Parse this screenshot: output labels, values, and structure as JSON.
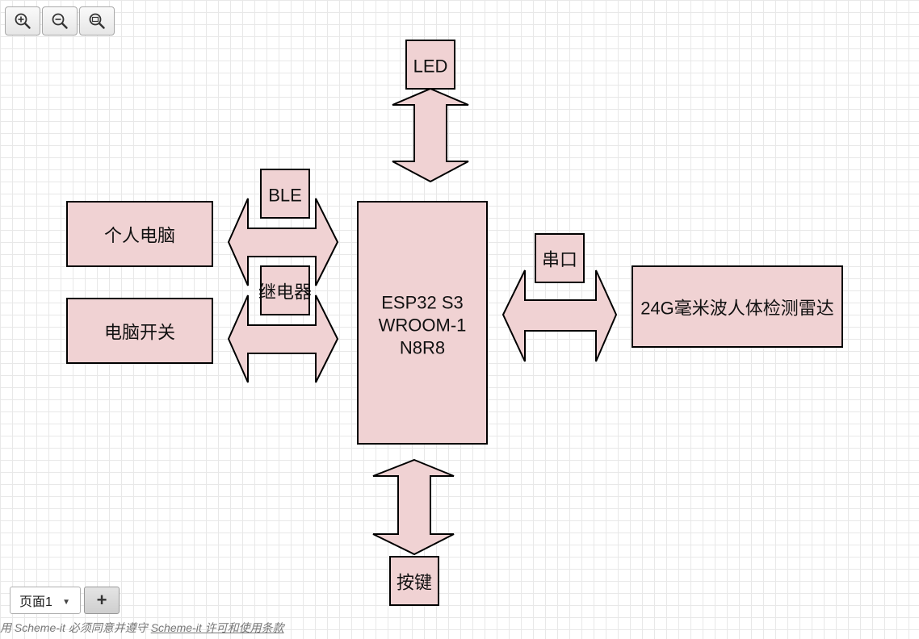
{
  "toolbar": {
    "zoom_in_icon": "zoom-in-icon",
    "zoom_out_icon": "zoom-out-icon",
    "zoom_fit_icon": "zoom-fit-icon"
  },
  "diagram": {
    "fill_color": "#f0d2d3",
    "stroke_color": "#000000",
    "blocks": {
      "led": "LED",
      "ble": "BLE",
      "relay": "继电器",
      "pc": "个人电脑",
      "pc_switch": "电脑开关",
      "esp_line1": "ESP32 S3",
      "esp_line2": "WROOM-1",
      "esp_line3": "N8R8",
      "serial": "串口",
      "radar": "24G毫米波人体检测雷达",
      "button": "按键"
    }
  },
  "pages": {
    "current": "页面1",
    "add_label": "+"
  },
  "footer": {
    "prefix": "用 Scheme-it 必须同意并遵守 ",
    "link": "Scheme-it 许可和使用条款"
  }
}
